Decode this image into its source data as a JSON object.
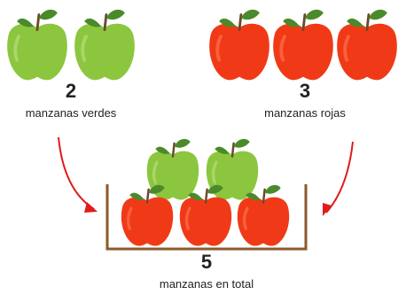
{
  "groups": {
    "green": {
      "count": "2",
      "label": "manzanas verdes",
      "color": "#8cc63f"
    },
    "red": {
      "count": "3",
      "label": "manzanas rojas",
      "color": "#f03a17"
    },
    "total": {
      "count": "5",
      "label": "manzanas en total"
    }
  },
  "colors": {
    "arrow": "#e21b1b",
    "container": "#8b5a2b",
    "leaf": "#4a8a2a",
    "stem": "#6b4a2a"
  },
  "icons": [
    "apple-icon",
    "arrow-icon"
  ]
}
